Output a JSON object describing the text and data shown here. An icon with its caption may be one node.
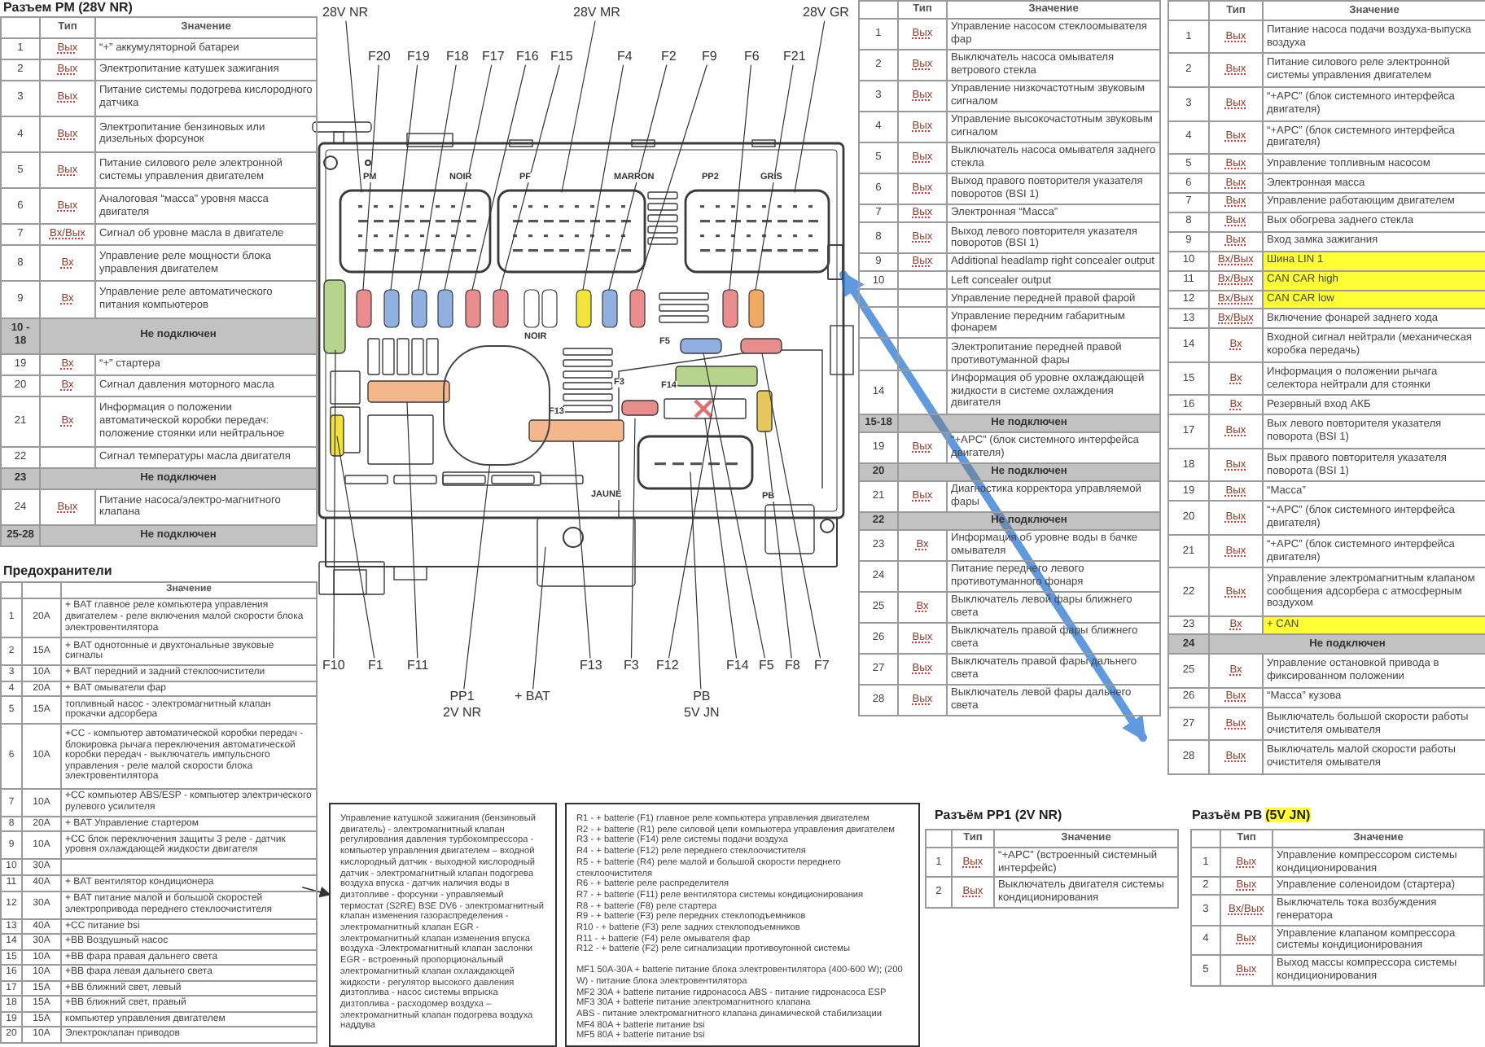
{
  "diagram": {
    "nodes": [
      {
        "text": [
          "28V NR"
        ]
      },
      {
        "text": [
          "28V MR"
        ]
      },
      {
        "text": [
          "28V GR"
        ]
      },
      {
        "text": [
          "F20"
        ]
      },
      {
        "text": [
          "F19"
        ]
      },
      {
        "text": [
          "F18"
        ]
      },
      {
        "text": [
          "F17"
        ]
      },
      {
        "text": [
          "F16"
        ]
      },
      {
        "text": [
          "F15"
        ]
      },
      {
        "text": [
          "F4"
        ]
      },
      {
        "text": [
          "F2"
        ]
      },
      {
        "text": [
          "F9"
        ]
      },
      {
        "text": [
          "F6"
        ]
      },
      {
        "text": [
          "F21"
        ]
      },
      {
        "text": [
          "F10"
        ]
      },
      {
        "text": [
          "F1"
        ]
      },
      {
        "text": [
          "F11"
        ]
      },
      {
        "text": [
          "PP1",
          "2V NR"
        ]
      },
      {
        "text": [
          "+ BAT"
        ]
      },
      {
        "text": [
          "F13"
        ]
      },
      {
        "text": [
          "F3"
        ]
      },
      {
        "text": [
          "F12"
        ]
      },
      {
        "text": [
          "PB",
          "5V JN"
        ]
      },
      {
        "text": [
          "F14"
        ]
      },
      {
        "text": [
          "F5"
        ]
      },
      {
        "text": [
          "F8"
        ]
      },
      {
        "text": [
          "F7"
        ]
      },
      {
        "text": [],
        "shape": "box"
      },
      {
        "text": [],
        "shape": "box"
      },
      {
        "text": [
          "Управление катушкой зажигания (бензиновый двигатель) - электромагнитный клапан регулирования давления турбокомпрессора - компьютер управления двигателем – входной кислородный датчик - выходной кислородный датчик - электромагнитный клапан подогрева воздуха впуска - датчик наличия воды в дизтопливе - форсунки - управляемый термостат (S2RE) BSE DV6 - электромагнитный клапан изменения газораспределения - электромагнитный клапан EGR - электромагнитный клапан изменения впуска воздуха -Электромагнитный клапан заслонки EGR - встроенный пропорциональный электромагнитный клапан охлаждающей жидкости - регулятор высокого давления дизтоплива - насос системы впрыска дизтоплива - расходомер воздуха – электромагнитный клапан подогрева воздуха наддува"
        ]
      },
      {
        "text": [
          "R1 - + batterie (F1) главное реле компьютера управления двигателем",
          "R2 - + batterie (R1) реле силовой цепи компьютера управления двигателем",
          "R3 - + batterie (F14) реле системы подачи воздуха",
          "R4 - + batterie (F12) реле переднего стеклоочистителя",
          "R5 - + batterie (R4) реле малой и большой скорости переднего стеклоочистителя",
          "R6 - + batterie реле распределителя",
          "R7 - + batterie (F11) реле вентилятора системы кондиционирования",
          "R8 - + batterie (F8) реле стартера",
          "R9 - + batterie (F3) реле передних стеклоподъемников",
          "R10 - + batterie (F3) реле задних стеклоподъемников",
          "R11 - + batterie (F4) реле омывателя фар",
          "R12 - + batterie (F2) реле сигнализации противоугонной системы",
          "MF1 50A-30A + batterie питание блока электровентилятора (400-600 W); (200 W) - питание блока электровентилятора",
          "MF2 30A + batterie питание гидронасоса ABS - питание гидронасоса ESP",
          "MF3 30A + batterie питание электромагнитного клапана",
          "ABS - питание электромагнитного клапана динамической стабилизации",
          "MF4 80A + batterie питание bsi",
          "MF5 80A + batterie питание bsi"
        ]
      }
    ],
    "edges": [
      {
        "from": 0,
        "to": null,
        "arrow": "none"
      },
      {
        "from": 1,
        "to": null,
        "arrow": "none"
      },
      {
        "from": 2,
        "to": null,
        "arrow": "none"
      },
      {
        "from": 3,
        "to": null,
        "arrow": "none"
      },
      {
        "from": 4,
        "to": null,
        "arrow": "none"
      },
      {
        "from": 5,
        "to": null,
        "arrow": "none"
      },
      {
        "from": 6,
        "to": null,
        "arrow": "none"
      },
      {
        "from": 7,
        "to": null,
        "arrow": "none"
      },
      {
        "from": 8,
        "to": null,
        "arrow": "none"
      },
      {
        "from": 9,
        "to": null,
        "arrow": "none"
      },
      {
        "from": 10,
        "to": null,
        "arrow": "none"
      },
      {
        "from": 11,
        "to": null,
        "arrow": "none"
      },
      {
        "from": 12,
        "to": null,
        "arrow": "none"
      },
      {
        "from": 13,
        "to": null,
        "arrow": "none"
      },
      {
        "from": 14,
        "to": null,
        "arrow": "none"
      },
      {
        "from": 15,
        "to": null,
        "arrow": "none"
      },
      {
        "from": 16,
        "to": null,
        "arrow": "none"
      },
      {
        "from": 17,
        "to": 27,
        "arrow": "none"
      },
      {
        "from": 18,
        "to": null,
        "arrow": "none"
      },
      {
        "from": 19,
        "to": null,
        "arrow": "none"
      },
      {
        "from": 20,
        "to": null,
        "arrow": "none"
      },
      {
        "from": 21,
        "to": null,
        "arrow": "none"
      },
      {
        "from": 22,
        "to": null,
        "arrow": "none"
      },
      {
        "from": 23,
        "to": null,
        "arrow": "none"
      },
      {
        "from": 24,
        "to": null,
        "arrow": "none"
      },
      {
        "from": 25,
        "to": null,
        "arrow": "none"
      },
      {
        "from": 26,
        "to": null,
        "arrow": "none"
      },
      {
        "from": 28,
        "to": null,
        "arrow": "both",
        "style": "thick",
        "color": "#1f6fd1"
      },
      {
        "from": null,
        "to": 29,
        "arrow": "to"
      }
    ],
    "labels": [
      "PM",
      "NOIR",
      "PF",
      "MARRON",
      "PP2",
      "GRIS",
      "NOIR",
      "F5",
      "F3",
      "F14",
      "F13",
      "JAUNE",
      "PB",
      "Разъем PM (28V NR)",
      "Тип",
      "Значение",
      "1",
      "Вых",
      "“+” аккумуляторной батареи",
      "2",
      "Вых",
      "Электропитание катушек зажигания",
      "3",
      "Вых",
      "Питание системы подогрева кислородного датчика",
      "4",
      "Вых",
      "Электропитание бензиновых или дизельных форсунок",
      "5",
      "Вых",
      "Питание силового реле электронной системы управления двигателем",
      "6",
      "Вых",
      "Аналоговая “масса” уровня масса двигателя",
      "7",
      "Вх/Вых",
      "Сигнал об уровне масла в двигателе",
      "8",
      "Вх",
      "Управление реле мощности блока управления двигателем",
      "9",
      "Вх",
      "Управление реле автоматического питания компьютеров",
      "10 - 18",
      "Не подключен",
      "19",
      "Вх",
      "“+” стартера",
      "20",
      "Вх",
      "Сигнал давления моторного масла",
      "21",
      "Вх",
      "Информация о положении автоматической коробки передач: положение стоянки или нейтральное",
      "22",
      "Сигнал температуры масла двигателя",
      "23",
      "Не подключен",
      "24",
      "Вых",
      "Питание насоса/электро-магнитного клапана",
      "25-28",
      "Не подключен",
      "Тип",
      "Значение",
      "1",
      "Вых",
      "Управление насосом стеклоомывателя фар",
      "2",
      "Вых",
      "Выключатель насоса омывателя ветрового стекла",
      "3",
      "Вых",
      "Управление низкочастотным звуковым сигналом",
      "4",
      "Вых",
      "Управление высокочастотным звуковым сигналом",
      "5",
      "Вых",
      "Выключатель насоса омывателя заднего стекла",
      "6",
      "Вых",
      "Выход правого повторителя указателя поворотов (BSI 1)",
      "7",
      "Вых",
      "Электронная “Масса”",
      "8",
      "Вых",
      "Выход левого повторителя указателя поворотов (BSI 1)",
      "9",
      "Вых",
      "Additional headlamp right concealer output",
      "10",
      "Left concealer output",
      "Управление передней правой фарой",
      "Управление передним габаритным фонарем",
      "Электропитание передней правой противотуманной фары",
      "14",
      "Информация об уровне охлаждающей жидкости в системе охлаждения двигателя",
      "15-18",
      "Не подключен",
      "19",
      "Вых",
      "“+APC” (блок системного интерфейса двигателя)",
      "20",
      "Не подключен",
      "21",
      "Вых",
      "Диагностика корректора управляемой фары",
      "22",
      "Не подключен",
      "23",
      "Вх",
      "Информация об уровне воды в бачке омывателя",
      "24",
      "Питание переднего левого противотуманного фонаря",
      "25",
      "Вх",
      "Выключатель левой фары ближнего света",
      "26",
      "Вых",
      "Выключатель правой фары ближнего света",
      "27",
      "Вых",
      "Выключатель правой фары дальнего света",
      "28",
      "Вых",
      "Выключатель левой фары дальнего света",
      "Тип",
      "Значение",
      "1",
      "Вых",
      "Питание насоса подачи воздуха-выпуска воздуха",
      "2",
      "Вых",
      "Питание силового реле электронной системы управления двигателем",
      "3",
      "Вых",
      "“+APC” (блок системного интерфейса двигателя)",
      "4",
      "Вых",
      "“+APC” (блок системного интерфейса двигателя)",
      "5",
      "Вых",
      "Управление топливным насосом",
      "6",
      "Вых",
      "Электронная масса",
      "7",
      "Вых",
      "Управление работающим двигателем",
      "8",
      "Вых",
      "Вых обогрева заднего стекла",
      "9",
      "Вых",
      "Вход замка зажигания",
      "10",
      "Вх/Вых",
      "Шина LIN 1",
      "11",
      "Вх/Вых",
      "CAN CAR high",
      "12",
      "Вх/Вых",
      "CAN CAR low",
      "13",
      "Вх/Вых",
      "Включение фонарей заднего хода",
      "14",
      "Вх",
      "Входной сигнал нейтрали (механическая коробка передачь)",
      "15",
      "Вх",
      "Информация о положении рычага селектора нейтрали для стоянки",
      "16",
      "Вх",
      "Резервный вход АКБ",
      "17",
      "Вых",
      "Вых левого повторителя указателя поворота (BSI 1)",
      "18",
      "Вых",
      "Вых правого повторителя указателя поворота (BSI 1)",
      "19",
      "Вых",
      "“Масса”",
      "20",
      "Вых",
      "“+APC” (блок системного интерфейса двигателя)",
      "21",
      "Вых",
      "“+APC” (блок системного интерфейса двигателя)",
      "22",
      "Вых",
      "Управление электромагнитным клапаном сообщения адсорбера с атмосферным воздухом",
      "23",
      "Вх",
      "+ CAN",
      "24",
      "Не подключен",
      "25",
      "Вх",
      "Управление остановкой привода в фиксированном положении",
      "26",
      "Вых",
      "“Масса” кузова",
      "27",
      "Вых",
      "Выключатель большой скорости работы очистителя омывателя",
      "28",
      "Вых",
      "Выключатель малой скорости работы очистителя омывателя",
      "Предохранители",
      "Значение",
      "1",
      "20A",
      "+ BAT главное реле компьютера управления двигателем - реле включения малой скорости блока электровентилятора",
      "2",
      "15A",
      "+ BAT однотонные и двухтональные звуковые сигналы",
      "3",
      "10A",
      "+ BAT передний и задний стеклоочистители",
      "4",
      "20A",
      "+ BAT омыватели фар",
      "5",
      "15A",
      "топливный насос - электромагнитный клапан прокачки адсорбера",
      "6",
      "10A",
      "+CC - компьютер автоматической коробки передач - блокировка рычага переключения автоматической коробки передач - выключатель импульсного управления - реле малой скорости блока электровентилятора",
      "7",
      "10A",
      "+CC компьютер ABS/ESP - компьютер электрического рулевого усилителя",
      "8",
      "20A",
      "+ BAT Управление стартером",
      "9",
      "10A",
      "+CC блок переключения защиты 3 реле - датчик уровня охлаждающей жидкости двигателя",
      "10",
      "30A",
      "11",
      "40A",
      "+ BAT вентилятор кондиционера",
      "12",
      "30A",
      "+ BAT питание малой и большой скоростей электропривода переднего стеклоочистителя",
      "13",
      "40A",
      "+CC питание bsi",
      "14",
      "30A",
      "+BB Воздушный насос",
      "15",
      "10A",
      "+BB фара правая дальнего света",
      "16",
      "10A",
      "+BB фара левая дальнего света",
      "17",
      "15A",
      "+BB ближний свет, левый",
      "18",
      "15A",
      "+BB ближний свет, правый",
      "19",
      "15A",
      "компьютер управления двигателем",
      "20",
      "10A",
      "Электроклапан приводов",
      "Разъём PP1 (2V NR)",
      "Тип",
      "Значение",
      "1",
      "Вых",
      "“+APC” (встроенный системный интерфейс)",
      "2",
      "Вых",
      "Выключатель двигателя системы кондиционирования",
      "Разъём PB",
      "(5V JN)",
      "Тип",
      "Значение",
      "1",
      "Вых",
      "Управление компрессором системы кондиционирования",
      "2",
      "Вых",
      "Управление соленоидом (стартера)",
      "3",
      "Вх/Вых",
      "Выключатель тока возбуждения генератора",
      "4",
      "Вых",
      "Управление клапаном компрессора системы кондиционирования",
      "5",
      "Вых",
      "Выход массы компрессора системы кондиционирования"
    ]
  }
}
